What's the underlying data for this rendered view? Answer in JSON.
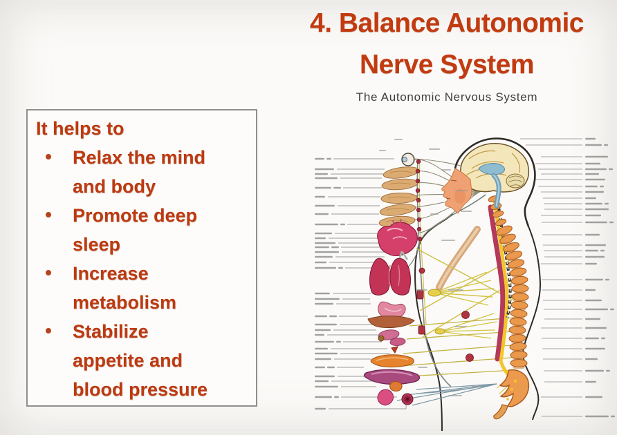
{
  "slide": {
    "title": "4. Balance Autonomic\nNerve System",
    "diagram_caption": "The Autonomic Nervous System",
    "accent_color": "#c23b10",
    "benefits": {
      "heading": "It helps to",
      "items": [
        "Relax the mind\nand body",
        "Promote deep\nsleep",
        "Increase\nmetabolism",
        "Stabilize\nappetite and\nblood pressure"
      ]
    },
    "diagram": {
      "alt": "Side-view anatomical chart of the autonomic nervous system: brain and brainstem, spinal column, sympathetic chain with ganglia, and internal organs (eye, glands, heart, lungs, stomach, liver, intestines, bladder) joined by nerve lines, with small leader-line labels on both sides",
      "label_lines_left": 34,
      "label_lines_right": 32
    }
  }
}
